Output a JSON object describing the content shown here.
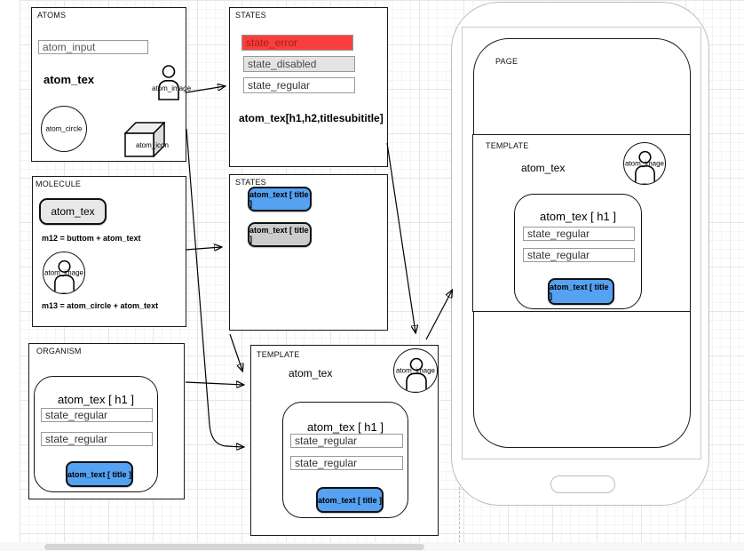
{
  "atoms": {
    "title": "ATOMS",
    "input_value": "atom_input",
    "text_label": "atom_tex",
    "image_label": "atom_image",
    "circle_label": "atom_circle",
    "icon_label": "atom_icon"
  },
  "states_inputs": {
    "title": "STATES",
    "error_value": "state_error",
    "disabled_value": "state_disabled",
    "regular_value": "state_regular",
    "caption": "atom_tex[h1,h2,titlesubititle]"
  },
  "molecule": {
    "title": "MOLECULE",
    "button_label": "atom_tex",
    "m12_note": "m12 = buttom + atom_text",
    "image_label": "atom_image",
    "m13_note": "m13 = atom_circle + atom_text"
  },
  "states_buttons": {
    "title": "STATES",
    "primary_label": "atom_text [ title ]",
    "disabled_label": "atom_text [ title ]"
  },
  "organism": {
    "title": "ORGANISM",
    "heading": "atom_tex [ h1 ]",
    "input1_value": "state_regular",
    "input2_value": "state_regular",
    "button_label": "atom_text [ title ]"
  },
  "template": {
    "title": "TEMPLATE",
    "text_label": "atom_tex",
    "image_label": "atom_image",
    "card": {
      "heading": "atom_tex [ h1 ]",
      "input1_value": "state_regular",
      "input2_value": "state_regular",
      "button_label": "atom_text [ title ]"
    }
  },
  "page": {
    "title": "PAGE",
    "template": {
      "title": "TEMPLATE",
      "text_label": "atom_tex",
      "image_label": "atom_image",
      "card": {
        "heading": "atom_tex [ h1 ]",
        "input1_value": "state_regular",
        "input2_value": "state_regular",
        "button_label": "atom_text [ title ]"
      }
    }
  },
  "icons": [
    "user-icon",
    "cube-icon",
    "phone-home-button"
  ],
  "colors": {
    "primary_blue": "#55a1f2",
    "error_red": "#f93e3e",
    "disabled_gray": "#e3e3e3",
    "button_gray": "#cccccc",
    "molecule_button_gray": "#e8e8e8"
  }
}
